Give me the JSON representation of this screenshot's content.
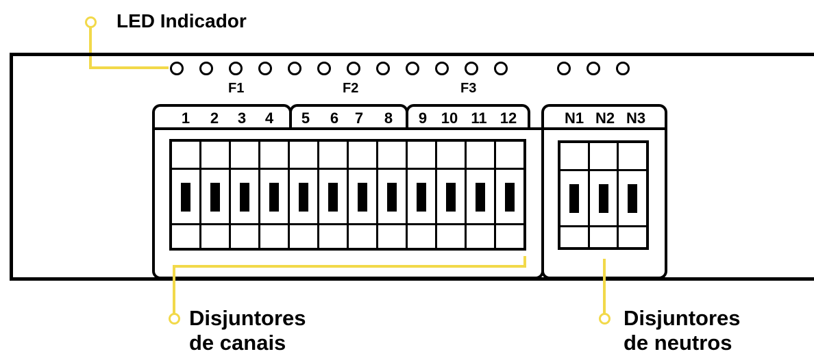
{
  "labels": {
    "led_indicator": "LED Indicador",
    "channel_breakers_line1": "Disjuntores",
    "channel_breakers_line2": "de canais",
    "neutral_breakers_line1": "Disjuntores",
    "neutral_breakers_line2": "de neutros"
  },
  "phase_groups": [
    "F1",
    "F2",
    "F3"
  ],
  "channels": [
    "1",
    "2",
    "3",
    "4",
    "5",
    "6",
    "7",
    "8",
    "9",
    "10",
    "11",
    "12"
  ],
  "neutrals": [
    "N1",
    "N2",
    "N3"
  ],
  "colors": {
    "callout": "#f2d94a",
    "outline": "#000000",
    "background": "#ffffff"
  }
}
